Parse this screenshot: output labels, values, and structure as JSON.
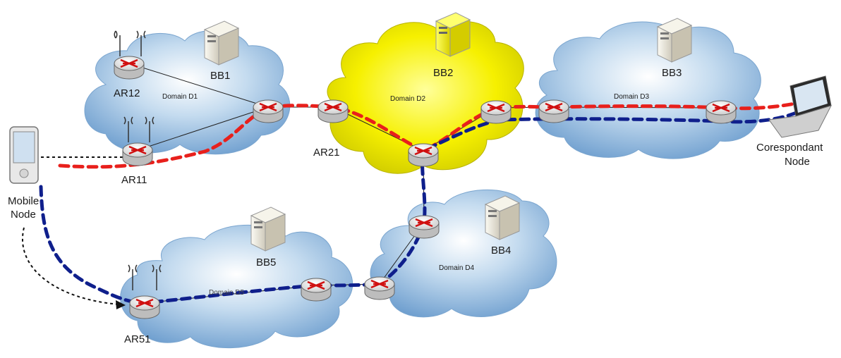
{
  "diagram": {
    "domains": {
      "d1": "Domain D1",
      "d2": "Domain D2",
      "d3": "Domain D3",
      "d4": "Domain D4",
      "d5": "Domain D5"
    },
    "servers": {
      "bb1": "BB1",
      "bb2": "BB2",
      "bb3": "BB3",
      "bb4": "BB4",
      "bb5": "BB5"
    },
    "access_routers": {
      "ar11": "AR11",
      "ar12": "AR12",
      "ar21": "AR21",
      "ar51": "AR51"
    },
    "mobile_node": {
      "line1": "Mobile",
      "line2": "Node"
    },
    "correspondent_node": {
      "line1": "Corespondant",
      "line2": "Node"
    },
    "colors": {
      "cloud": "#8fb8df",
      "cloud_highlight": "#d8e8f6",
      "domain2_cloud": "#f4f000",
      "old_path": "#e8201c",
      "new_path": "#0f1f8c",
      "router_body": "#f2f2f2",
      "router_arrows": "#d01010"
    }
  }
}
